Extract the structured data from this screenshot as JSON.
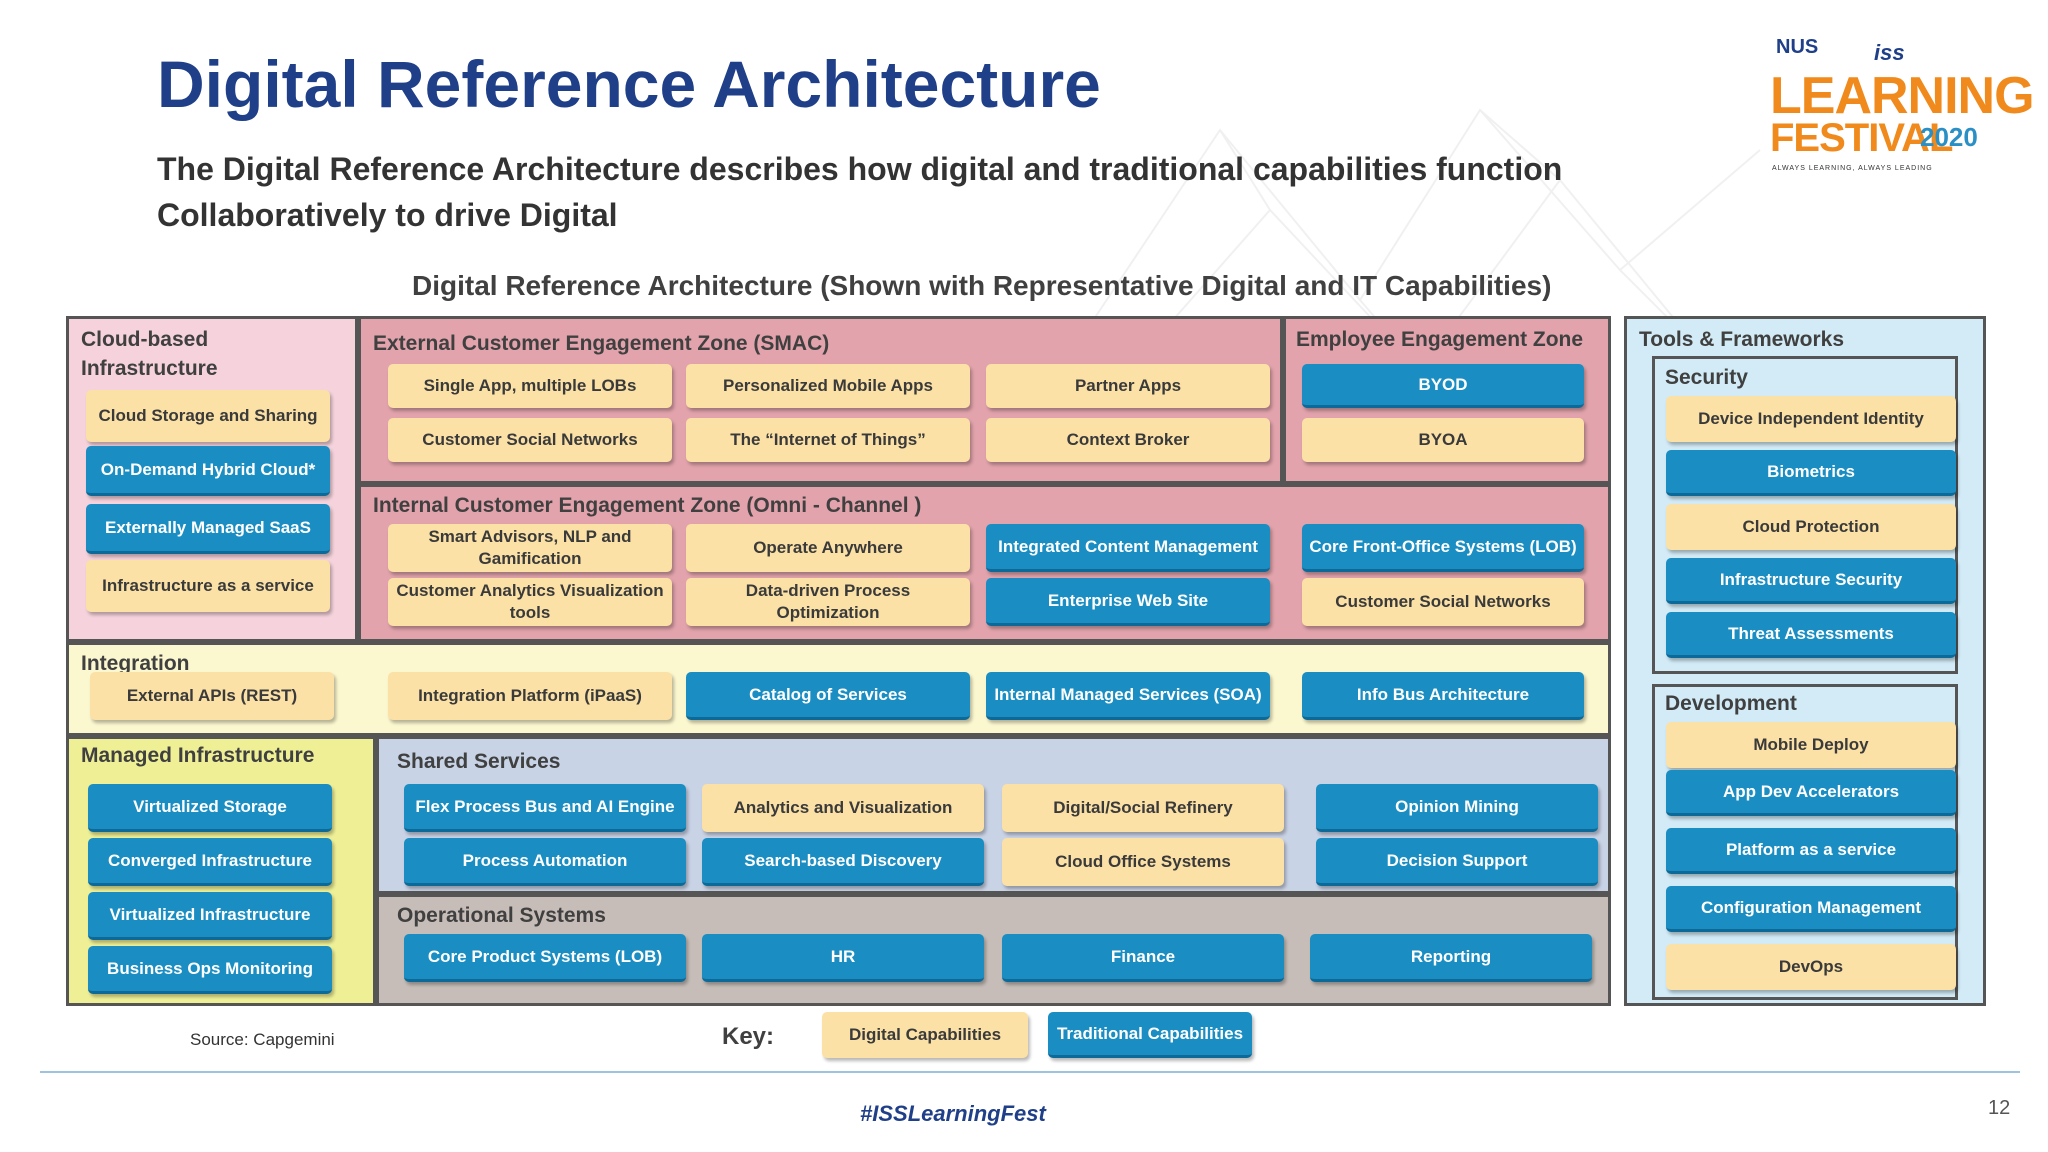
{
  "header": {
    "title": "Digital Reference Architecture",
    "subtitle": "The Digital Reference Architecture describes how digital and traditional capabilities function Collaboratively to drive Digital"
  },
  "logo": {
    "nus": "NUS",
    "iss": "iss",
    "line1": "LEARNING",
    "line2": "FESTIVAL",
    "year": "2020",
    "tagline": "ALWAYS LEARNING, ALWAYS LEADING"
  },
  "diagram": {
    "title": "Digital Reference Architecture (Shown with Representative Digital and IT Capabilities)",
    "zones": {
      "cloud_infra": "Cloud-based Infrastructure",
      "external_ce": "External Customer Engagement Zone (SMAC)",
      "employee": "Employee Engagement Zone",
      "internal_ce": "Internal Customer Engagement Zone (Omni - Channel )",
      "integration": "Integration",
      "managed_infra": "Managed Infrastructure",
      "shared_services": "Shared Services",
      "operational": "Operational Systems",
      "tools": "Tools & Frameworks",
      "security": "Security",
      "development": "Development"
    },
    "boxes": {
      "cloud_storage": "Cloud Storage and Sharing",
      "on_demand": "On-Demand Hybrid Cloud*",
      "ext_saas": "Externally Managed SaaS",
      "iaas": "Infrastructure as a service",
      "single_app": "Single App, multiple LOBs",
      "personalized": "Personalized Mobile Apps",
      "partner": "Partner Apps",
      "cust_social_1": "Customer Social Networks",
      "iot": "The “Internet of Things”",
      "context": "Context Broker",
      "byod": "BYOD",
      "byoa": "BYOA",
      "smart_advisors": "Smart Advisors, NLP and Gamification",
      "operate_anywhere": "Operate Anywhere",
      "icm": "Integrated Content Management",
      "core_front": "Core Front-Office Systems (LOB)",
      "cust_analytics": "Customer Analytics Visualization tools",
      "data_driven": "Data-driven Process Optimization",
      "web_site": "Enterprise Web Site",
      "cust_social_2": "Customer Social Networks",
      "ext_apis": "External APIs (REST)",
      "ipaas": "Integration Platform (iPaaS)",
      "catalog": "Catalog of Services",
      "soa": "Internal Managed Services (SOA)",
      "info_bus": "Info Bus Architecture",
      "virt_storage": "Virtualized Storage",
      "converged": "Converged Infrastructure",
      "virt_infra": "Virtualized Infrastructure",
      "bizops": "Business Ops Monitoring",
      "flex_bus": "Flex Process Bus and AI Engine",
      "analytics_vis": "Analytics and Visualization",
      "social_refinery": "Digital/Social Refinery",
      "opinion": "Opinion Mining",
      "process_auto": "Process Automation",
      "search_disc": "Search-based Discovery",
      "cloud_office": "Cloud Office Systems",
      "decision": "Decision Support",
      "core_product": "Core Product Systems (LOB)",
      "hr": "HR",
      "finance": "Finance",
      "reporting": "Reporting",
      "device_id": "Device Independent Identity",
      "biometrics": "Biometrics",
      "cloud_protect": "Cloud Protection",
      "infra_security": "Infrastructure Security",
      "threat": "Threat Assessments",
      "mobile_deploy": "Mobile Deploy",
      "app_dev": "App Dev Accelerators",
      "paas": "Platform as a service",
      "config_mgmt": "Configuration Management",
      "devops": "DevOps"
    },
    "key": {
      "label": "Key:",
      "digital": "Digital Capabilities",
      "traditional": "Traditional Capabilities"
    },
    "colors": {
      "digital": "#fbe1a6",
      "traditional": "#1a8dc2",
      "cloud_zone": "#f6d3dc",
      "engagement_zone": "#e2a3ac",
      "integration_zone": "#fbf7cf",
      "managed_zone": "#eff096",
      "shared_zone": "#c9d3e6",
      "operational_zone": "#c6bdb8",
      "tools_zone": "#d2ebf6"
    }
  },
  "footer": {
    "source": "Source: Capgemini",
    "hashtag": "#ISSLearningFest",
    "page_number": "12"
  }
}
